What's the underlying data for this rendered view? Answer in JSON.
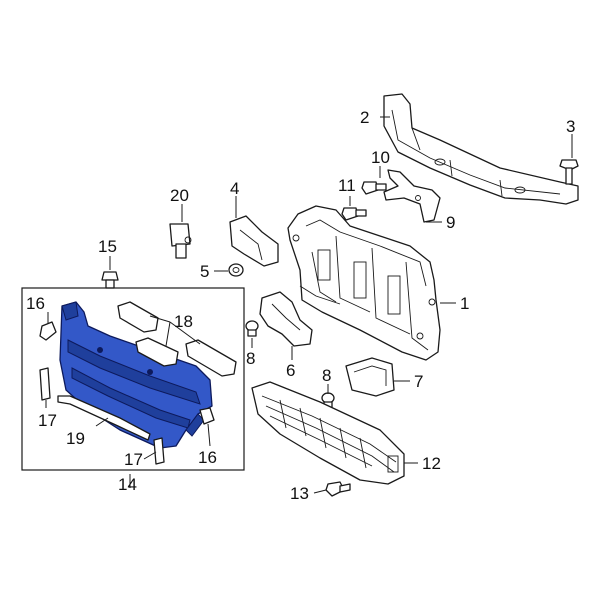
{
  "accent_color": "#3358c8",
  "callouts": {
    "c1": "1",
    "c2": "2",
    "c3": "3",
    "c4": "4",
    "c5": "5",
    "c6": "6",
    "c7": "7",
    "c8a": "8",
    "c8b": "8",
    "c9": "9",
    "c10": "10",
    "c11": "11",
    "c12": "12",
    "c13": "13",
    "c14": "14",
    "c15": "15",
    "c16a": "16",
    "c16b": "16",
    "c17a": "17",
    "c17b": "17",
    "c18": "18",
    "c19": "19",
    "c20": "20"
  }
}
